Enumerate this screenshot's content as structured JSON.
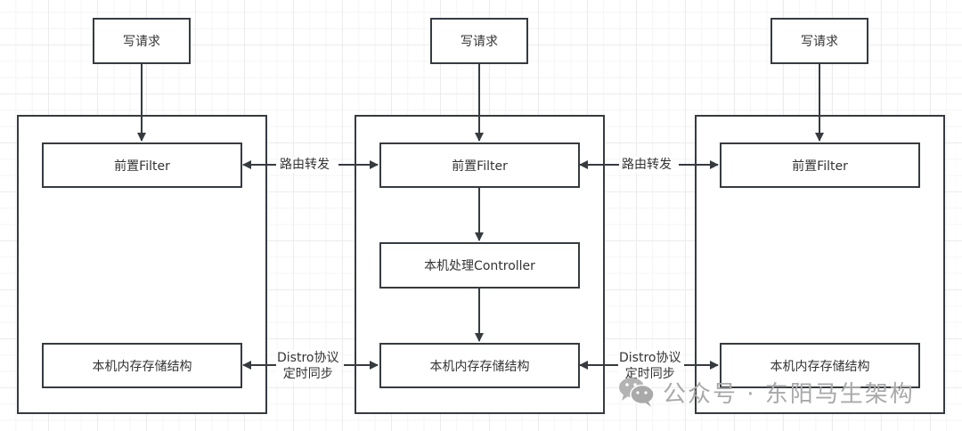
{
  "columns": [
    {
      "request": "写请求",
      "filter": "前置Filter",
      "controller": null,
      "storage": "本机内存存储结构"
    },
    {
      "request": "写请求",
      "filter": "前置Filter",
      "controller": "本机处理Controller",
      "storage": "本机内存存储结构"
    },
    {
      "request": "写请求",
      "filter": "前置Filter",
      "controller": null,
      "storage": "本机内存存储结构"
    }
  ],
  "connectors": {
    "routing": "路由转发",
    "sync_line1": "Distro协议",
    "sync_line2": "定时同步"
  },
  "watermark": {
    "icon": "wechat-icon",
    "text": "公众号 · 东阳马生架构"
  },
  "colors": {
    "stroke": "#363b40",
    "text": "#333333",
    "grid": "#ececec",
    "watermark": "#a9a9a9"
  }
}
